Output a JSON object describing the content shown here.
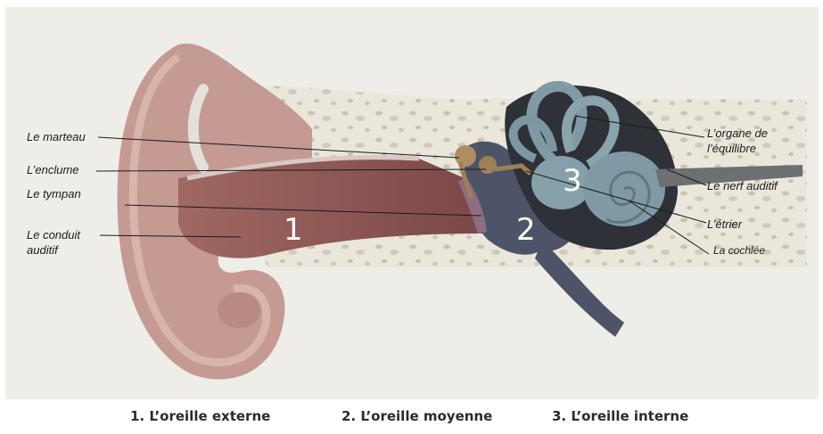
{
  "labels": {
    "marteau": "Le marteau",
    "enclume": "L’enclume",
    "tympan": "Le tympan",
    "conduit_line1": "Le conduit",
    "conduit_line2": "auditif",
    "organe_line1": "L’organe de",
    "organe_line2": "l’équilibre",
    "nerf": "Le nerf auditif",
    "etrier": "L’étrier",
    "cochlee": "La cochlée"
  },
  "numbers": {
    "n1": "1",
    "n2": "2",
    "n3": "3"
  },
  "captions": {
    "externe": "1. L’oreille externe",
    "moyenne": "2. L’oreille moyenne",
    "interne": "3. L’oreille interne"
  },
  "colors": {
    "background": "#efede7",
    "skin": "#c49a93",
    "canal": "#8e5754",
    "middle_ear": "#4d5468",
    "inner_ear": "#7f9aa4",
    "inner_cavity": "#2f3138",
    "ossicles": "#b08d63"
  }
}
